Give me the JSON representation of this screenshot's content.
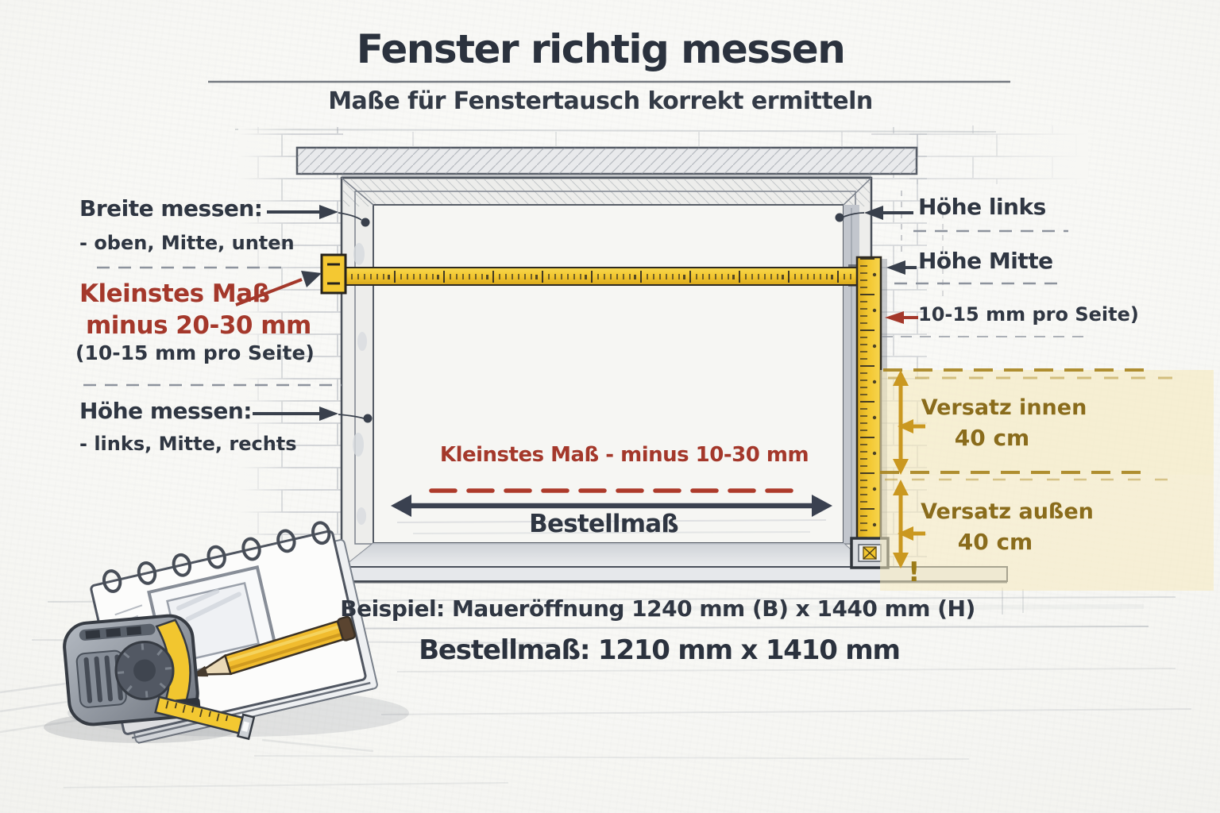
{
  "header": {
    "title": "Fenster richtig messen",
    "subtitle": "Maße für Fenstertausch korrekt ermitteln"
  },
  "left_panel": {
    "breite_heading": "Breite messen:",
    "breite_points": "- oben, Mitte, unten",
    "kleinstes_mass_line1": "Kleinstes Maß",
    "kleinstes_mass_line2": "minus 20-30 mm",
    "kleinstes_mass_note": "(10-15 mm pro Seite)",
    "hoehe_heading": "Höhe messen:",
    "hoehe_points": "- links, Mitte, rechts"
  },
  "right_panel": {
    "hoehe_links": "Höhe links",
    "hoehe_mitte": "Höhe Mitte",
    "pro_seite_note": "10-15 mm pro Seite)",
    "versatz_innen_label": "Versatz innen",
    "versatz_innen_value": "40 cm",
    "versatz_aussen_label": "Versatz außen",
    "versatz_aussen_value": "40 cm",
    "exclamation": "!"
  },
  "window_center": {
    "kleinstes_mass": "Kleinstes Maß - minus 10-30 mm",
    "bestellmass": "Bestellmaß"
  },
  "footer": {
    "beispiel": "Beispiel: Maueröffnung 1240 mm (B) x 1440 mm (H)",
    "bestellmass_result": "Bestellmaß: 1210 mm x 1410 mm"
  },
  "colors": {
    "ink": "#2f3642",
    "red": "#a4382b",
    "gold_arrow": "#ca9820",
    "gold_text": "#8a6c1c",
    "tape_yellow": "#f2c62f",
    "highlight_band": "#f5e9bd"
  }
}
